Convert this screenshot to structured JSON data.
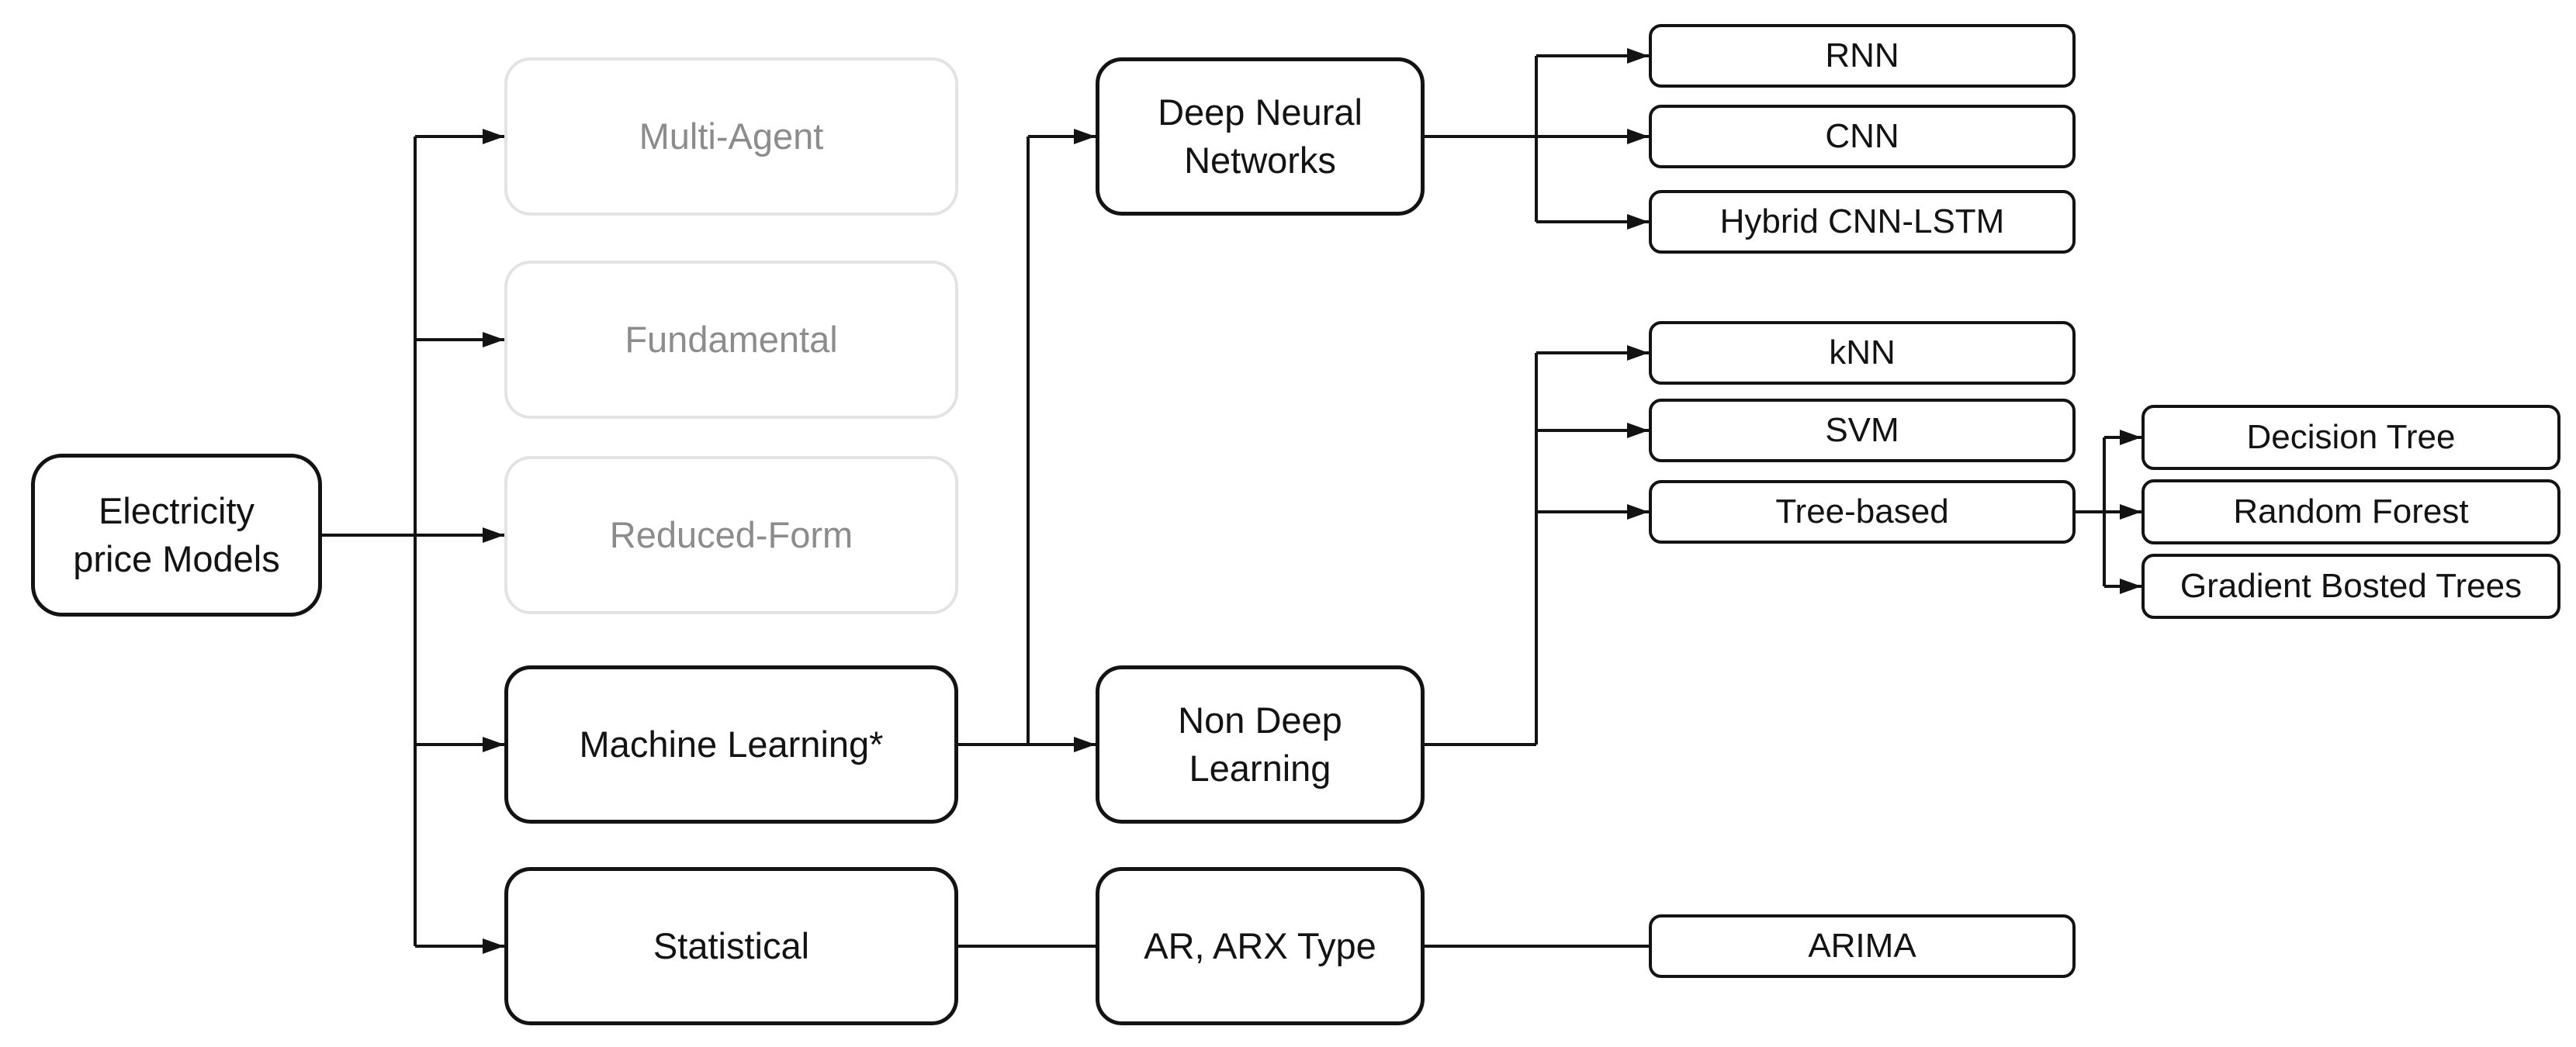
{
  "diagram": {
    "colors": {
      "background": "#ffffff",
      "node_border": "#131313",
      "node_text": "#131313",
      "inactive_border": "#e3e3e3",
      "inactive_text": "#8c8c8c",
      "connector": "#131313"
    },
    "nodes": {
      "root": {
        "label": "Electricity\nprice Models"
      },
      "multi_agent": {
        "label": "Multi-Agent",
        "state": "inactive"
      },
      "fundamental": {
        "label": "Fundamental",
        "state": "inactive"
      },
      "reduced_form": {
        "label": "Reduced-Form",
        "state": "inactive"
      },
      "machine_learning": {
        "label": "Machine Learning*",
        "state": "active"
      },
      "statistical": {
        "label": "Statistical",
        "state": "active"
      },
      "deep_neural_networks": {
        "label": "Deep Neural\nNetworks"
      },
      "non_deep_learning": {
        "label": "Non Deep\nLearning"
      },
      "ar_arx_type": {
        "label": "AR, ARX Type"
      },
      "rnn": {
        "label": "RNN"
      },
      "cnn": {
        "label": "CNN"
      },
      "hybrid_cnn_lstm": {
        "label": "Hybrid CNN-LSTM"
      },
      "knn": {
        "label": "kNN"
      },
      "svm": {
        "label": "SVM"
      },
      "tree_based": {
        "label": "Tree-based"
      },
      "arima": {
        "label": "ARIMA"
      },
      "decision_tree": {
        "label": "Decision Tree"
      },
      "random_forest": {
        "label": "Random Forest"
      },
      "gradient_bosted_trees": {
        "label": "Gradient Bosted Trees"
      }
    },
    "edges": [
      {
        "from": "root",
        "to": "multi_agent",
        "arrow": true
      },
      {
        "from": "root",
        "to": "fundamental",
        "arrow": true
      },
      {
        "from": "root",
        "to": "reduced_form",
        "arrow": true
      },
      {
        "from": "root",
        "to": "machine_learning",
        "arrow": true
      },
      {
        "from": "root",
        "to": "statistical",
        "arrow": true
      },
      {
        "from": "machine_learning",
        "to": "deep_neural_networks",
        "arrow": true
      },
      {
        "from": "machine_learning",
        "to": "non_deep_learning",
        "arrow": true
      },
      {
        "from": "deep_neural_networks",
        "to": "rnn",
        "arrow": true
      },
      {
        "from": "deep_neural_networks",
        "to": "cnn",
        "arrow": true
      },
      {
        "from": "deep_neural_networks",
        "to": "hybrid_cnn_lstm",
        "arrow": true
      },
      {
        "from": "non_deep_learning",
        "to": "knn",
        "arrow": true
      },
      {
        "from": "non_deep_learning",
        "to": "svm",
        "arrow": true
      },
      {
        "from": "non_deep_learning",
        "to": "tree_based",
        "arrow": true
      },
      {
        "from": "tree_based",
        "to": "decision_tree",
        "arrow": true
      },
      {
        "from": "tree_based",
        "to": "random_forest",
        "arrow": true
      },
      {
        "from": "tree_based",
        "to": "gradient_bosted_trees",
        "arrow": true
      },
      {
        "from": "statistical",
        "to": "ar_arx_type",
        "arrow": false
      },
      {
        "from": "ar_arx_type",
        "to": "arima",
        "arrow": false
      }
    ]
  }
}
